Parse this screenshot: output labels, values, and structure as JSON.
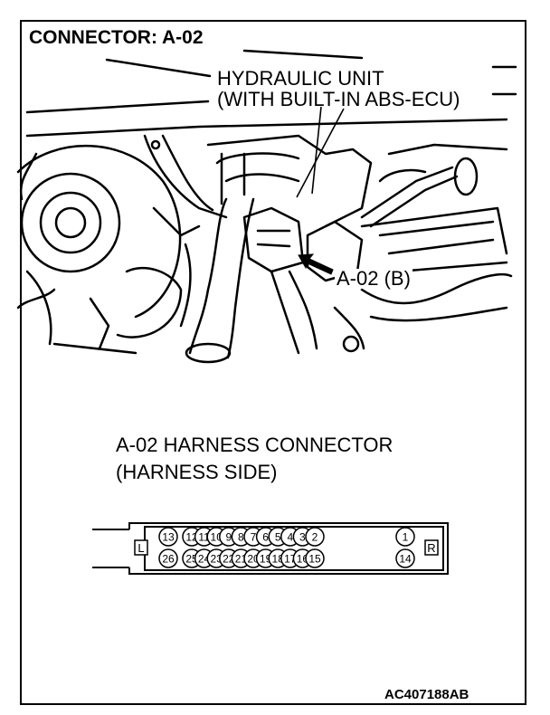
{
  "header": {
    "title": "CONNECTOR: A-02"
  },
  "photo": {
    "label_line1": "HYDRAULIC UNIT",
    "label_line2": "(WITH BUILT-IN ABS-ECU)",
    "callout": "A-02 (B)"
  },
  "connector": {
    "caption_line1": "A-02 HARNESS CONNECTOR",
    "caption_line2": "(HARNESS SIDE)",
    "left_tag": "L",
    "right_tag": "R",
    "top_row": [
      "13",
      "12",
      "11",
      "10",
      "9",
      "8",
      "7",
      "6",
      "5",
      "4",
      "3",
      "2",
      "1"
    ],
    "bottom_row": [
      "26",
      "25",
      "24",
      "23",
      "22",
      "21",
      "20",
      "19",
      "18",
      "17",
      "16",
      "15",
      "14"
    ]
  },
  "footer": {
    "code": "AC407188AB"
  }
}
